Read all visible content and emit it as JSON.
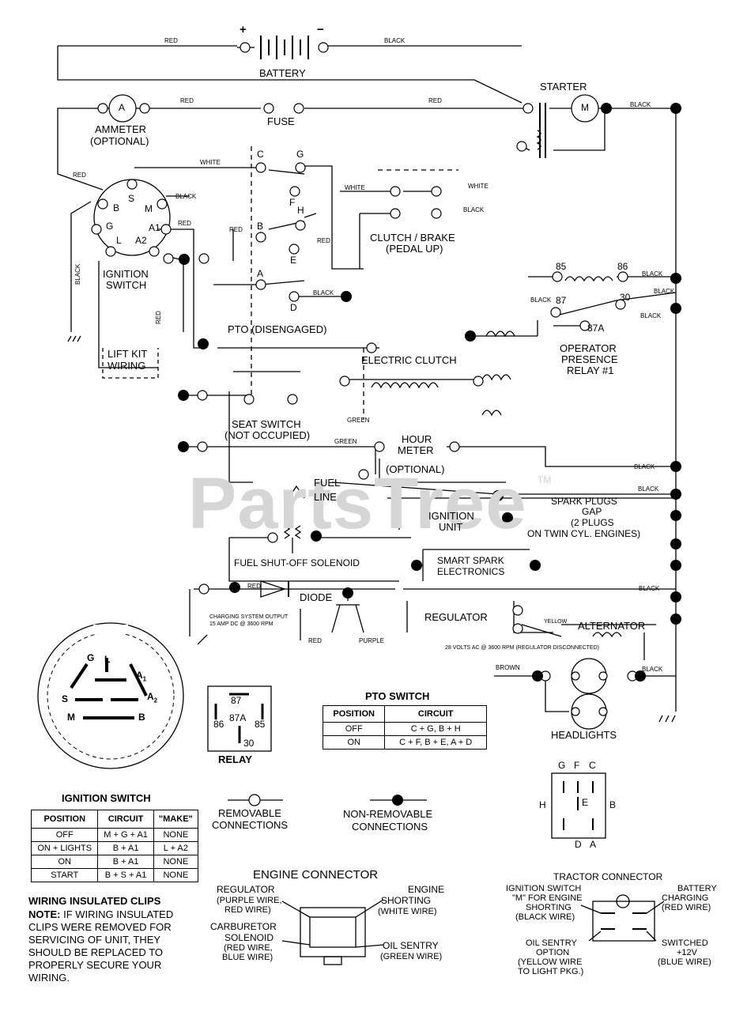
{
  "watermark": {
    "text": "PartsTree",
    "tm": "TM"
  },
  "labels": {
    "battery": "BATTERY",
    "plus": "+",
    "minus": "−",
    "red_top": "RED",
    "black_top": "BLACK",
    "starter": "STARTER",
    "motor": "M",
    "ammeter_a": "A",
    "ammeter": "AMMETER",
    "ammeter_opt": "(OPTIONAL)",
    "red_ammeter": "RED",
    "fuse": "FUSE",
    "red_fuse": "RED",
    "black_starter": "BLACK",
    "red_ign": "RED",
    "white_top": "WHITE",
    "c": "C",
    "g": "G",
    "f": "F",
    "h": "H",
    "b": "B",
    "e": "E",
    "a": "A",
    "d": "D",
    "red_sw1": "RED",
    "red_sw2": "RED",
    "black_d": "BLACK",
    "white_clutch": "WHITE",
    "white_clutch2": "WHITE",
    "black_clutch": "BLACK",
    "black_ign": "BLACK",
    "red_a1": "RED",
    "ign_b": "B",
    "ign_s": "S",
    "ign_m": "M",
    "ign_g": "G",
    "ign_a1": "A1",
    "ign_l": "L",
    "ign_a2": "A2",
    "ignition_switch": "IGNITION",
    "ignition_switch2": "SWITCH",
    "black_vert": "BLACK",
    "red_vert": "RED",
    "clutch_brake": "CLUTCH / BRAKE",
    "pedal_up": "(PEDAL UP)",
    "r85": "85",
    "r86": "86",
    "r87": "87",
    "r30": "30",
    "r87a": "87A",
    "black_r1": "BLACK",
    "black_r2": "BLACK",
    "black_r3": "BLACK",
    "black_r4": "BLACK",
    "lift_kit": "LIFT KIT",
    "wiring": "WIRING",
    "pto_dis": "PTO (DISENGAGED)",
    "electric_clutch": "ELECTRIC CLUTCH",
    "operator": "OPERATOR",
    "presence": "PRESENCE",
    "relay1": "RELAY #1",
    "green1": "GREEN",
    "seat_switch": "SEAT SWITCH",
    "not_occupied": "(NOT OCCUPIED)",
    "green2": "GREEN",
    "hour": "HOUR",
    "meter": "METER",
    "optional": "(OPTIONAL)",
    "black_hm": "BLACK",
    "fuel": "FUEL",
    "line": "LINE",
    "black_sp": "BLACK",
    "spark_plugs": "SPARK PLUGS",
    "gap": "GAP",
    "two_plugs": "(2 PLUGS",
    "twin_cyl": "ON TWIN CYL. ENGINES)",
    "ignition": "IGNITION",
    "unit": "UNIT",
    "fuel_shutoff": "FUEL SHUT-OFF SOLENOID",
    "smart_spark": "SMART SPARK",
    "electronics": "ELECTRONICS",
    "red_diode": "RED",
    "diode": "DIODE",
    "black_reg": "BLACK",
    "charging1": "CHARGING SYSTEM OUTPUT",
    "charging2": "15 AMP DC @ 3600 RPM",
    "regulator": "REGULATOR",
    "yellow": "YELLOW",
    "alternator": "ALTERNATOR",
    "red_bottom": "RED",
    "purple": "PURPLE",
    "volts": "28 VOLTS AC @ 3600 RPM (REGULATOR DISCONNECTED)",
    "brown": "BROWN",
    "black_hl": "BLACK",
    "headlights": "HEADLIGHTS",
    "relay_87": "87",
    "relay_87a": "87A",
    "relay_86": "86",
    "relay_85": "85",
    "relay_30": "30",
    "relay": "RELAY",
    "plug_g": "G",
    "plug_l": "L",
    "plug_a1": "A",
    "plug_a1_sub": "1",
    "plug_a2": "A",
    "plug_a2_sub": "2",
    "plug_s": "S",
    "plug_m": "M",
    "plug_b": "B",
    "gfc_g": "G",
    "gfc_f": "F",
    "gfc_c": "C",
    "gfc_h": "H",
    "gfc_e": "E",
    "gfc_b": "B",
    "gfc_d": "D",
    "gfc_a": "A",
    "removable": "REMOVABLE",
    "removable2": "CONNECTIONS",
    "nonremovable": "NON-REMOVABLE",
    "nonremovable2": "CONNECTIONS"
  },
  "pto_switch": {
    "title": "PTO SWITCH",
    "headers": [
      "POSITION",
      "CIRCUIT"
    ],
    "rows": [
      [
        "OFF",
        "C + G, B + H"
      ],
      [
        "ON",
        "C + F, B + E, A + D"
      ]
    ]
  },
  "ignition_table": {
    "title": "IGNITION SWITCH",
    "headers": [
      "POSITION",
      "CIRCUIT",
      "\"MAKE\""
    ],
    "rows": [
      [
        "OFF",
        "M + G + A1",
        "NONE"
      ],
      [
        "ON + LIGHTS",
        "B + A1",
        "L + A2"
      ],
      [
        "ON",
        "B + A1",
        "NONE"
      ],
      [
        "START",
        "B + S + A1",
        "NONE"
      ]
    ]
  },
  "notes": {
    "title": "WIRING INSULATED CLIPS",
    "note_label": "NOTE:",
    "note_rest": "IF WIRING INSULATED",
    "lines": [
      "CLIPS WERE REMOVED FOR",
      "SERVICING OF UNIT, THEY",
      "SHOULD BE REPLACED TO",
      "PROPERLY SECURE YOUR",
      "WIRING."
    ]
  },
  "engine_connector": {
    "title": "ENGINE CONNECTOR",
    "regulator": [
      "REGULATOR",
      "(PURPLE WIRE,",
      "RED WIRE)"
    ],
    "engine": [
      "ENGINE",
      "SHORTING",
      "(WHITE WIRE)"
    ],
    "carb": [
      "CARBURETOR",
      "SOLENOID",
      "(RED WIRE,",
      "BLUE WIRE)"
    ],
    "oil": [
      "OIL SENTRY",
      "(GREEN WIRE)"
    ]
  },
  "tractor_connector": {
    "title": "TRACTOR CONNECTOR",
    "ign": [
      "IGNITION SWITCH",
      "\"M\" FOR ENGINE",
      "SHORTING",
      "(BLACK WIRE)"
    ],
    "battery": [
      "BATTERY",
      "CHARGING",
      "(RED WIRE)"
    ],
    "oil": [
      "OIL SENTRY",
      "OPTION",
      "(YELLOW WIRE",
      "TO LIGHT PKG.)"
    ],
    "switched": [
      "SWITCHED",
      "+12V",
      "(BLUE WIRE)"
    ]
  }
}
